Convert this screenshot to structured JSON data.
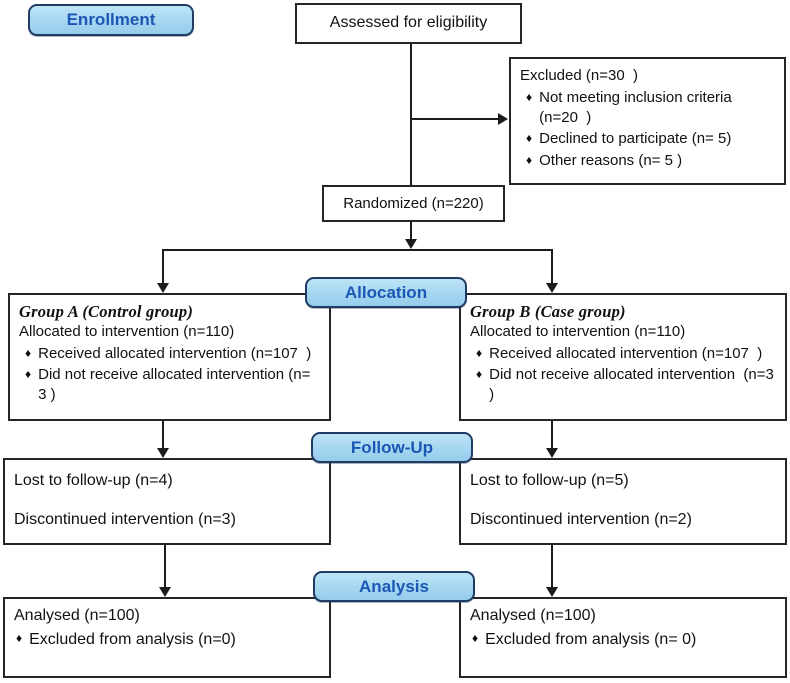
{
  "stage_labels": {
    "enrollment": "Enrollment",
    "allocation": "Allocation",
    "followup": "Follow-Up",
    "analysis": "Analysis"
  },
  "glyphs": {
    "bullet": "♦"
  },
  "colors": {
    "stage_fill": "#a4d6f0",
    "stage_border": "#1f3c64",
    "stage_text": "#1d57b4",
    "box_border": "#262626"
  },
  "assessed": {
    "text": "Assessed for eligibility"
  },
  "excluded": {
    "title": "Excluded (n=30  )",
    "items": [
      "Not meeting inclusion criteria\n(n=20  )",
      "Declined to participate (n= 5)",
      "Other reasons (n= 5 )"
    ]
  },
  "randomized": {
    "text": "Randomized (n=220)"
  },
  "group_a": {
    "title": "Group A (Control group)",
    "subtitle": "Allocated to intervention (n=110)",
    "items": [
      "Received allocated intervention (n=107  )",
      "Did not receive allocated intervention (n= 3 )"
    ]
  },
  "group_b": {
    "title": "Group B (Case group)",
    "subtitle": "Allocated to intervention (n=110)",
    "items": [
      "Received allocated intervention (n=107  )",
      "Did not receive allocated intervention  (n=3 )"
    ]
  },
  "followup_a": {
    "line1": "Lost to follow-up (n=4)",
    "line2": "Discontinued intervention (n=3)"
  },
  "followup_b": {
    "line1": "Lost to follow-up (n=5)",
    "line2": "Discontinued intervention (n=2)"
  },
  "analysis_a": {
    "title": "Analysed (n=100)",
    "items": [
      "Excluded from analysis (n=0)"
    ]
  },
  "analysis_b": {
    "title": "Analysed (n=100)",
    "items": [
      "Excluded from analysis (n= 0)"
    ]
  }
}
